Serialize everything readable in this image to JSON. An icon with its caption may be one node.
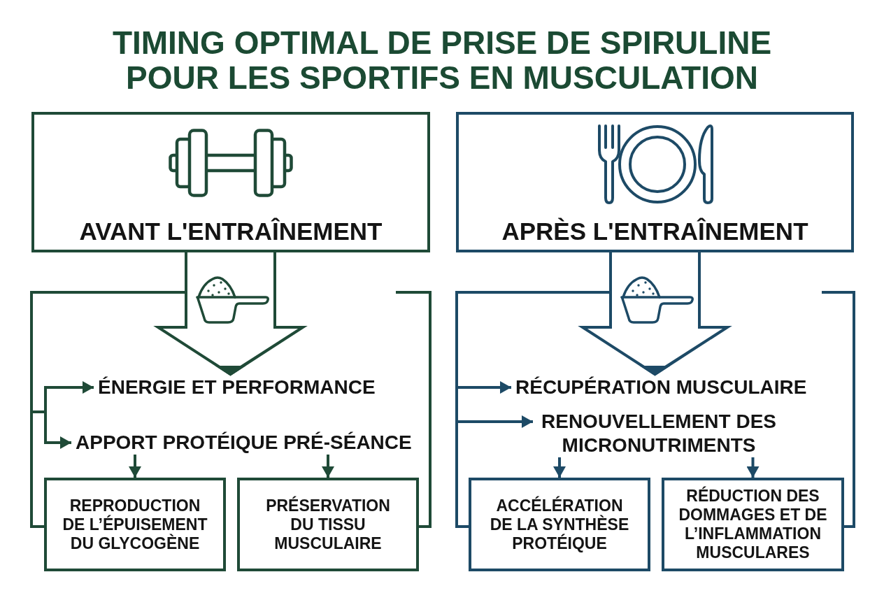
{
  "diagram": {
    "title": "TIMING OPTIMAL DE PRISE DE SPIRULINE POUR LES SPORTIFS EN MUSCULATION",
    "nodes": [
      {
        "text": [
          "AVANT L'ENTRAÎNEMENT"
        ]
      },
      {
        "text": [
          "ÉNERGIE ET PERFORMANCE"
        ]
      },
      {
        "text": [
          "APPORT PROTÉIQUE PRÉ-SÉANCE"
        ]
      },
      {
        "text": [
          "REPRODUCTION DE L’ÉPUISEMENT DU GLYCOGÈNE"
        ]
      },
      {
        "text": [
          "PRÉSERVATION DU TISSU MUSCULAIRE"
        ]
      },
      {
        "text": [
          "APRÈS L'ENTRAÎNEMENT"
        ]
      },
      {
        "text": [
          "RÉCUPÉRATION MUSCULAIRE"
        ]
      },
      {
        "text": [
          "RENOUVELLEMENT DES MICRONUTRIMENTS"
        ]
      },
      {
        "text": [
          "ACCÉLÉRATION DE LA SYNTHÈSE PROTÉIQUE"
        ]
      },
      {
        "text": [
          "RÉDUCTION DES DOMMAGES ET DE L’INFLAMMATION MUSCULARES"
        ]
      }
    ],
    "edges": [
      {
        "from": 0,
        "to": 1,
        "arrow": "to"
      },
      {
        "from": 0,
        "to": 1,
        "arrow": "to"
      },
      {
        "from": 0,
        "to": 2,
        "arrow": "to"
      },
      {
        "from": 0,
        "to": 3,
        "arrow": "none"
      },
      {
        "from": null,
        "to": 4,
        "arrow": "none"
      },
      {
        "from": 2,
        "to": 3,
        "arrow": "to"
      },
      {
        "from": 2,
        "to": 4,
        "arrow": "to"
      },
      {
        "from": 5,
        "to": 6,
        "arrow": "to",
        "color": "#1d4a66"
      },
      {
        "from": 5,
        "to": 6,
        "arrow": "to",
        "color": "#1d4a66"
      },
      {
        "from": 5,
        "to": 7,
        "arrow": "to",
        "color": "#1d4a66"
      },
      {
        "from": 5,
        "to": 8,
        "arrow": "none",
        "color": "#1d4a66"
      },
      {
        "from": null,
        "to": 9,
        "arrow": "none",
        "color": "#1d4a66"
      },
      {
        "from": 7,
        "to": 8,
        "arrow": "to",
        "color": "#1d4a66"
      },
      {
        "from": 7,
        "to": 9,
        "arrow": "to",
        "color": "#1d4a66"
      }
    ]
  }
}
